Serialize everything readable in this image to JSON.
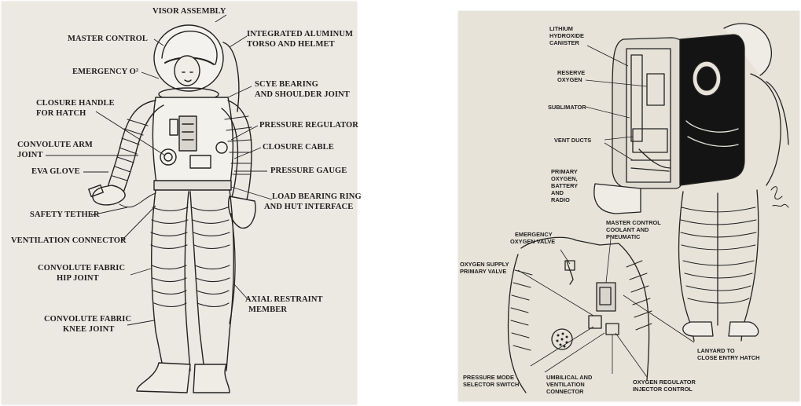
{
  "left_diagram": {
    "labels": {
      "visor_assembly": "VISOR ASSEMBLY",
      "master_control": "MASTER CONTROL",
      "integrated_torso": [
        "INTEGRATED ALUMINUM",
        "TORSO AND HELMET"
      ],
      "emergency_o2": "EMERGENCY O²",
      "scye_bearing": [
        "SCYE BEARING",
        "AND SHOULDER JOINT"
      ],
      "closure_handle": [
        "CLOSURE HANDLE",
        "FOR HATCH"
      ],
      "pressure_regulator": "PRESSURE REGULATOR",
      "convolute_arm": [
        "CONVOLUTE ARM",
        "JOINT"
      ],
      "closure_cable": "CLOSURE CABLE",
      "eva_glove": "EVA GLOVE",
      "pressure_gauge": "PRESSURE GAUGE",
      "load_bearing": [
        "LOAD BEARING RING",
        "AND HUT INTERFACE"
      ],
      "safety_tether": "SAFETY TETHER",
      "ventilation_connector": "VENTILATION CONNECTOR",
      "convolute_hip": [
        "CONVOLUTE FABRIC",
        "HIP JOINT"
      ],
      "axial_restraint": [
        "AXIAL RESTRAINT",
        "MEMBER"
      ],
      "convolute_knee": [
        "CONVOLUTE FABRIC",
        "KNEE JOINT"
      ]
    }
  },
  "right_diagram": {
    "labels": {
      "lithium_canister": [
        "LITHIUM",
        "HYDROXIDE",
        "CANISTER"
      ],
      "reserve_oxygen": [
        "RESERVE",
        "OXYGEN"
      ],
      "sublimator": "SUBLIMATOR",
      "vent_ducts": "VENT DUCTS",
      "primary_oxygen": [
        "PRIMARY",
        "OXYGEN,",
        "BATTERY",
        "AND",
        "RADIO"
      ],
      "master_control_coolant": [
        "MASTER CONTROL",
        "COOLANT AND",
        "PNEUMATIC"
      ],
      "emergency_oxygen_valve": [
        "EMERGENCY",
        "OXYGEN VALVE"
      ],
      "oxygen_supply_valve": [
        "OXYGEN SUPPLY",
        "PRIMARY VALVE"
      ],
      "lanyard": [
        "LANYARD TO",
        "CLOSE ENTRY HATCH"
      ],
      "pressure_mode": [
        "PRESSURE MODE",
        "SELECTOR SWITCH"
      ],
      "umbilical": [
        "UMBILICAL AND",
        "VENTILATION",
        "CONNECTOR"
      ],
      "oxygen_regulator": [
        "OXYGEN REGULATOR",
        "INJECTOR CONTROL"
      ]
    }
  },
  "colors": {
    "page_left": "#ece9e3",
    "page_right": "#e7e3d9",
    "ink": "#1d1d1d",
    "backpack_dark": "#141414"
  }
}
